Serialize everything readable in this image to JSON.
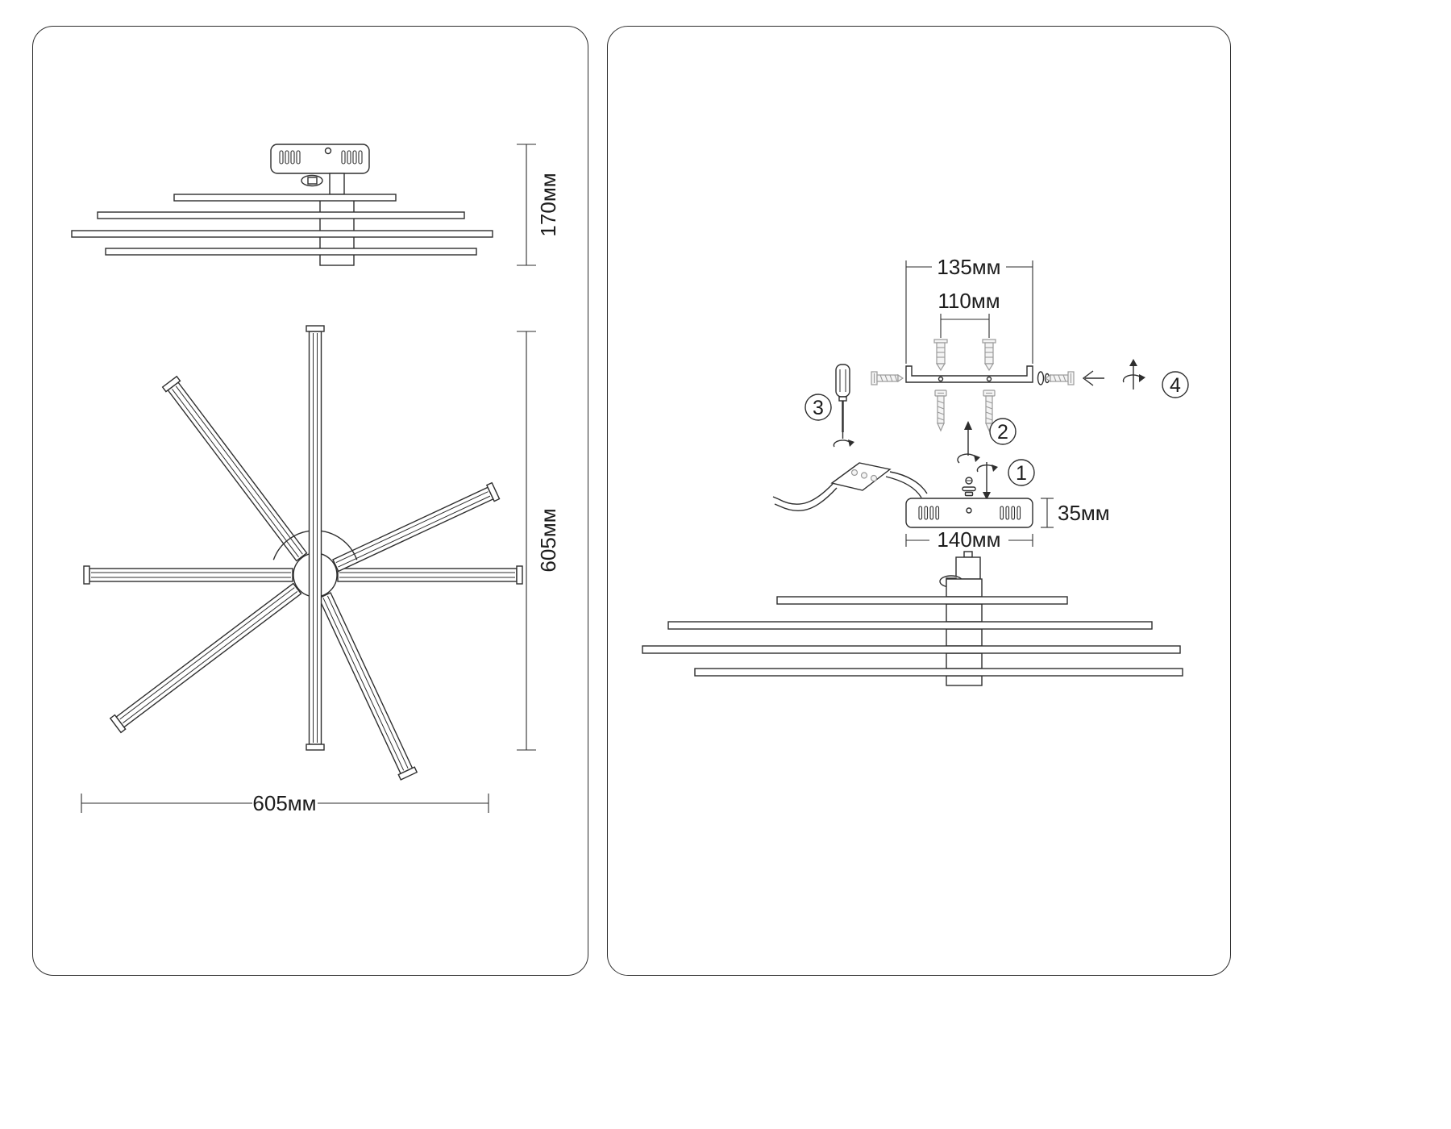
{
  "left_panel": {
    "side_view_height": "170мм",
    "top_view_height": "605мм",
    "top_view_width": "605мм"
  },
  "right_panel": {
    "bracket_width": "135мм",
    "hole_spacing": "110мм",
    "canopy_height": "35мм",
    "canopy_width": "140мм",
    "steps": [
      "1",
      "2",
      "3",
      "4"
    ]
  }
}
